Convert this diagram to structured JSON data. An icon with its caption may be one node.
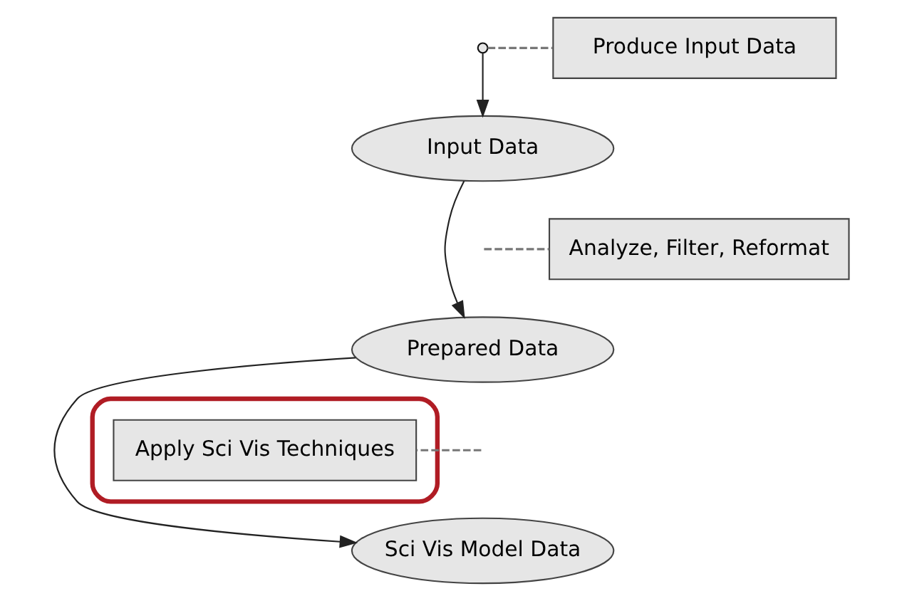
{
  "diagram": {
    "nodes": [
      {
        "text": [],
        "shape": "circle"
      },
      {
        "text": [
          "Input Data"
        ]
      },
      {
        "text": [
          "Prepared Data"
        ]
      },
      {
        "text": [
          "Sci Vis Model Data"
        ]
      },
      {
        "text": [
          "Produce Input Data"
        ]
      },
      {
        "text": [
          "Analyze, Filter, Reformat"
        ]
      },
      {
        "text": [],
        "shape": "ellipse"
      },
      {
        "text": [
          "Apply Sci Vis Techniques"
        ],
        "in": 6
      }
    ],
    "edges": [
      {
        "from": 0,
        "to": 1,
        "arrow": "to"
      },
      {
        "from": 1,
        "to": 2,
        "arrow": "to"
      },
      {
        "from": 2,
        "to": 3,
        "arrow": "to"
      },
      {
        "from": 4,
        "to": 0,
        "arrow": "none",
        "style": "dashed"
      },
      {
        "from": 5,
        "to": null,
        "arrow": "none",
        "style": "dashed"
      },
      {
        "from": 7,
        "to": null,
        "arrow": "none",
        "style": "dashed"
      }
    ]
  }
}
